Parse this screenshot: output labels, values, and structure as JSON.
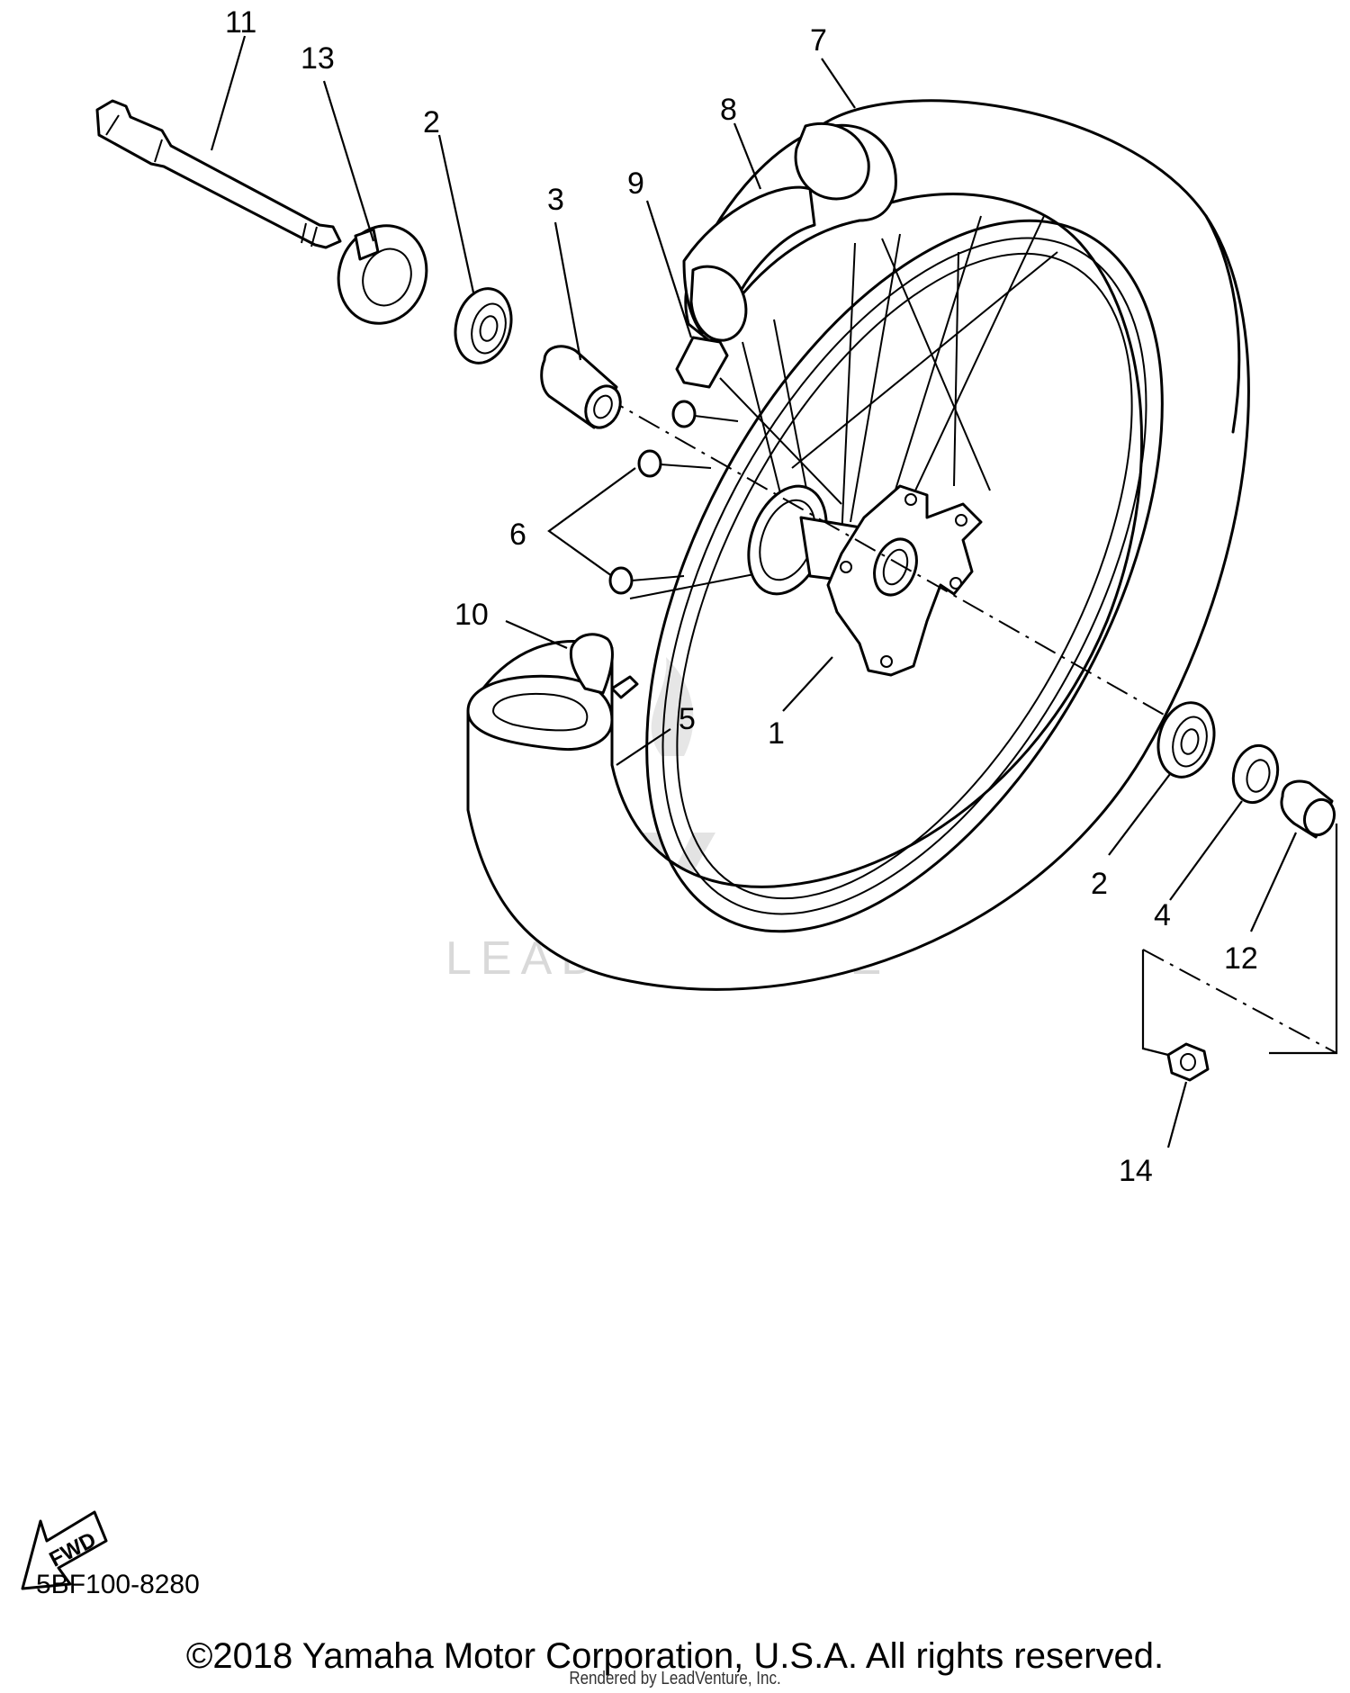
{
  "diagram": {
    "callouts": {
      "c1": "1",
      "c2a": "2",
      "c2b": "2",
      "c3": "3",
      "c4": "4",
      "c5": "5",
      "c6": "6",
      "c7": "7",
      "c8": "8",
      "c9": "9",
      "c10": "10",
      "c11": "11",
      "c12": "12",
      "c13": "13",
      "c14": "14"
    },
    "fwd_label": "FWD",
    "watermark": "LEADVENTURE",
    "diagram_code": "5BF100-8280",
    "copyright": "©2018 Yamaha Motor Corporation, U.S.A. All rights reserved.",
    "rendered_by": "Rendered by LeadVenture, Inc.",
    "colors": {
      "line": "#000000",
      "background": "#ffffff",
      "watermark": "#d9d9d9"
    }
  }
}
